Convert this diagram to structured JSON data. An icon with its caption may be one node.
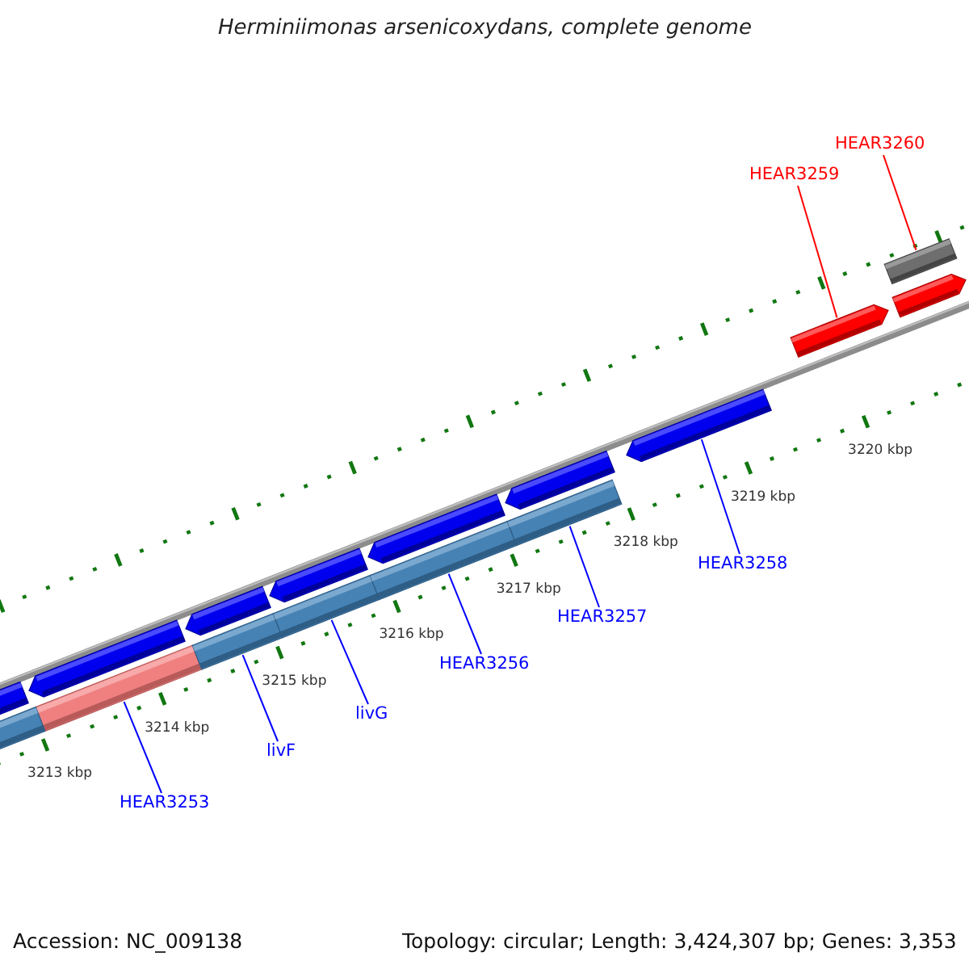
{
  "diagram": {
    "title": "Herminiimonas arsenicoxydans, complete genome",
    "nodes": [
      {
        "text": [
          "HEAR3253"
        ]
      },
      {
        "text": [
          "livF"
        ]
      },
      {
        "text": [
          "livG"
        ]
      },
      {
        "text": [
          "HEAR3256"
        ]
      },
      {
        "text": [
          "HEAR3257"
        ]
      },
      {
        "text": [
          "HEAR3258"
        ]
      },
      {
        "text": [
          "HEAR3259"
        ]
      },
      {
        "text": [
          "HEAR3260"
        ]
      },
      {
        "text": [],
        "shape": "bar"
      },
      {
        "text": [],
        "shape": "bar"
      },
      {
        "text": [],
        "shape": "bar"
      },
      {
        "text": [],
        "shape": "bar"
      },
      {
        "text": [],
        "shape": "bar"
      },
      {
        "text": [],
        "shape": "bar"
      },
      {
        "text": [],
        "shape": "bar"
      },
      {
        "text": [],
        "shape": "bar"
      },
      {
        "text": [],
        "shape": "bar"
      },
      {
        "text": [],
        "shape": "bar"
      },
      {
        "text": [],
        "shape": "bar"
      },
      {
        "text": [],
        "shape": "bar"
      },
      {
        "text": [],
        "shape": "bar"
      },
      {
        "text": [],
        "shape": "bar"
      },
      {
        "text": [],
        "shape": "bar"
      },
      {
        "text": [],
        "shape": "bar"
      }
    ],
    "edges": [
      {
        "from": 0,
        "to": 8,
        "arrow": "none"
      },
      {
        "from": 1,
        "to": 9,
        "arrow": "none"
      },
      {
        "from": 2,
        "to": 10,
        "arrow": "none"
      },
      {
        "from": 3,
        "to": 11,
        "arrow": "none"
      },
      {
        "from": 4,
        "to": 12,
        "arrow": "none"
      },
      {
        "from": 5,
        "to": 13,
        "arrow": "none"
      },
      {
        "from": 6,
        "to": 14,
        "arrow": "none",
        "color": "#ff0000"
      },
      {
        "from": 7,
        "to": 15,
        "arrow": "none",
        "color": "#ff0000"
      }
    ],
    "labels": [
      "3213 kbp",
      "3214 kbp",
      "3215 kbp",
      "3216 kbp",
      "3217 kbp",
      "3218 kbp",
      "3219 kbp",
      "3220 kbp",
      "Accession: NC_009138",
      "Topology: circular; Length: 3,424,307 bp; Genes: 3,353"
    ]
  }
}
